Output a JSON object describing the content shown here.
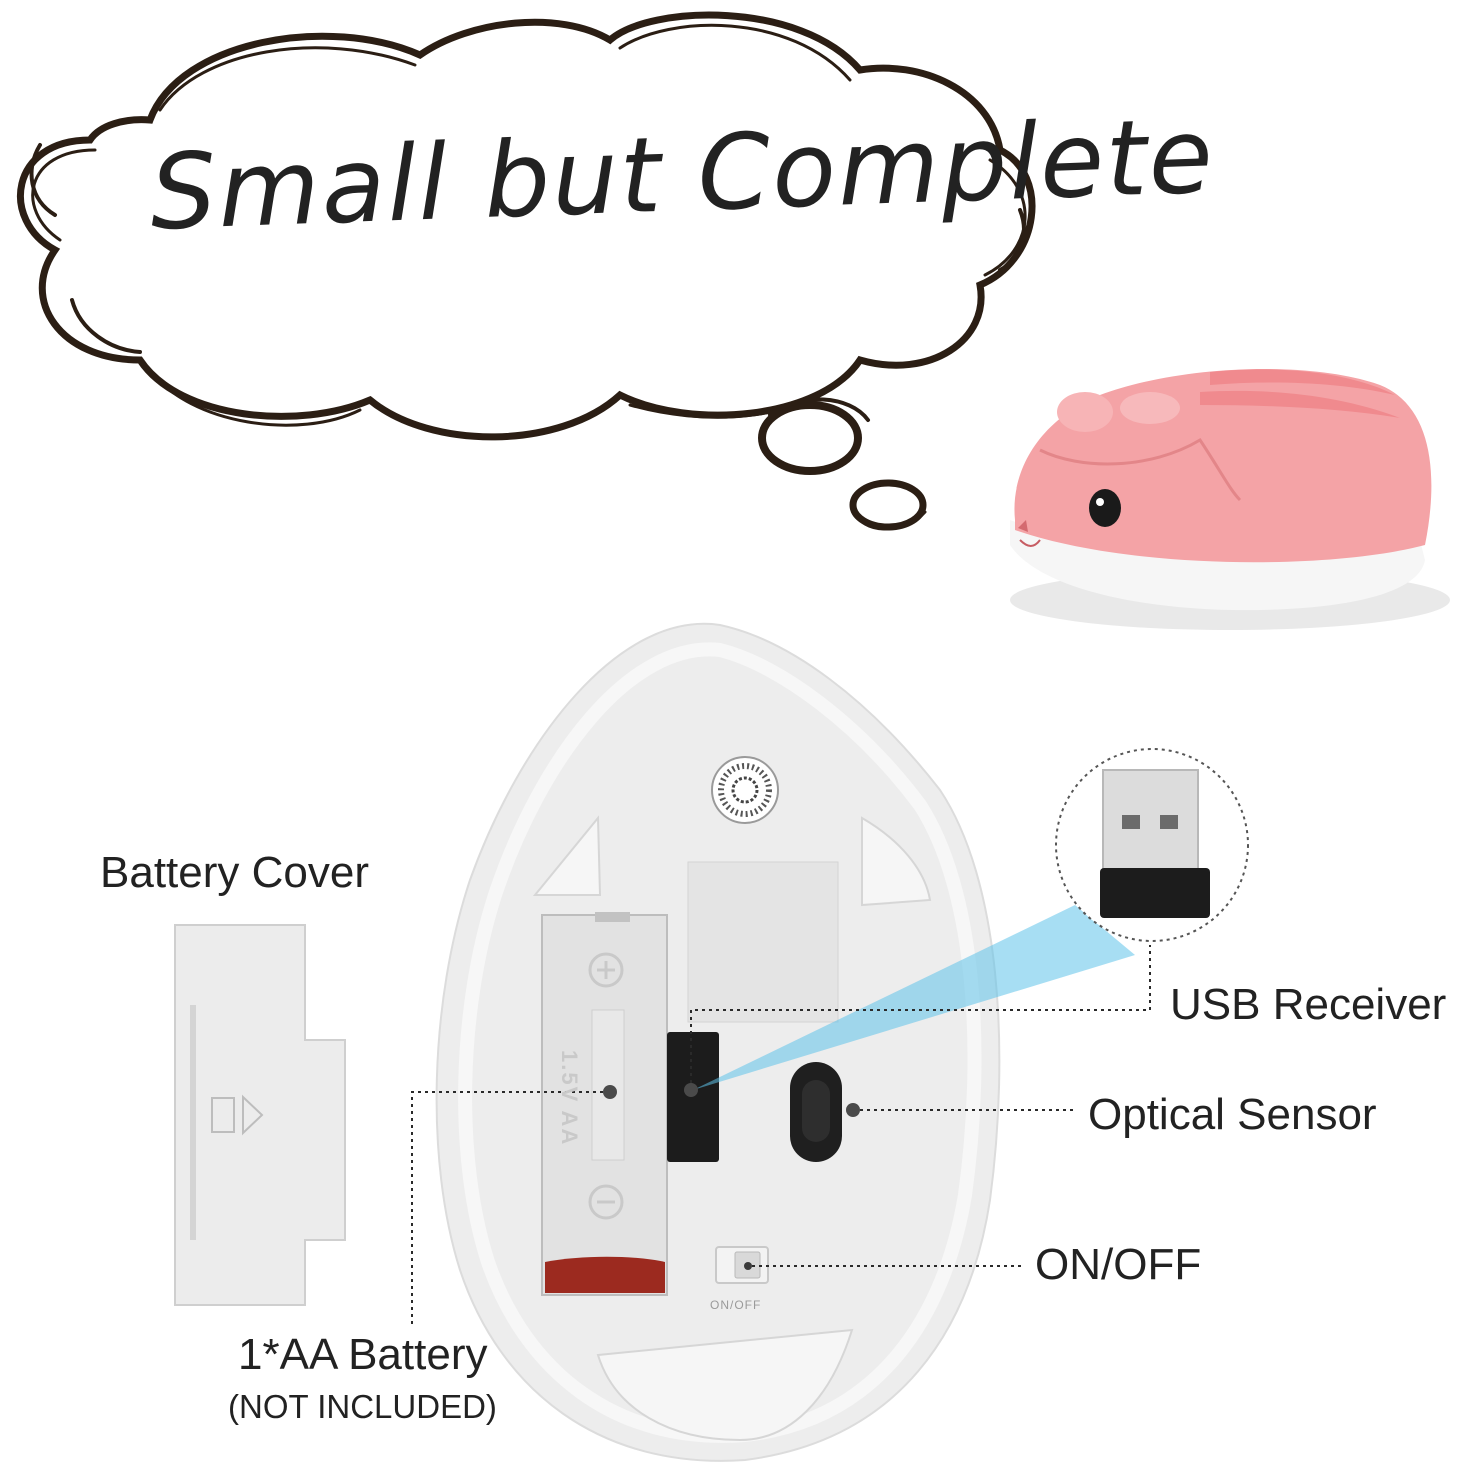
{
  "headline": "Small but Complete",
  "labels": {
    "battery_cover": "Battery Cover",
    "usb_receiver": "USB Receiver",
    "optical_sensor": "Optical Sensor",
    "on_off": "ON/OFF",
    "battery": "1*AA Battery",
    "battery_note": "(NOT INCLUDED)"
  },
  "device_markings": {
    "switch_label": "ON/OFF",
    "battery_spec": "1.5V AA"
  },
  "colors": {
    "hamster_pink": "#f4a3a6",
    "hamster_stripe": "#f08a8e",
    "mouse_body": "#ededed",
    "ink": "#2b1e14",
    "beam": "#5fc3ea"
  }
}
